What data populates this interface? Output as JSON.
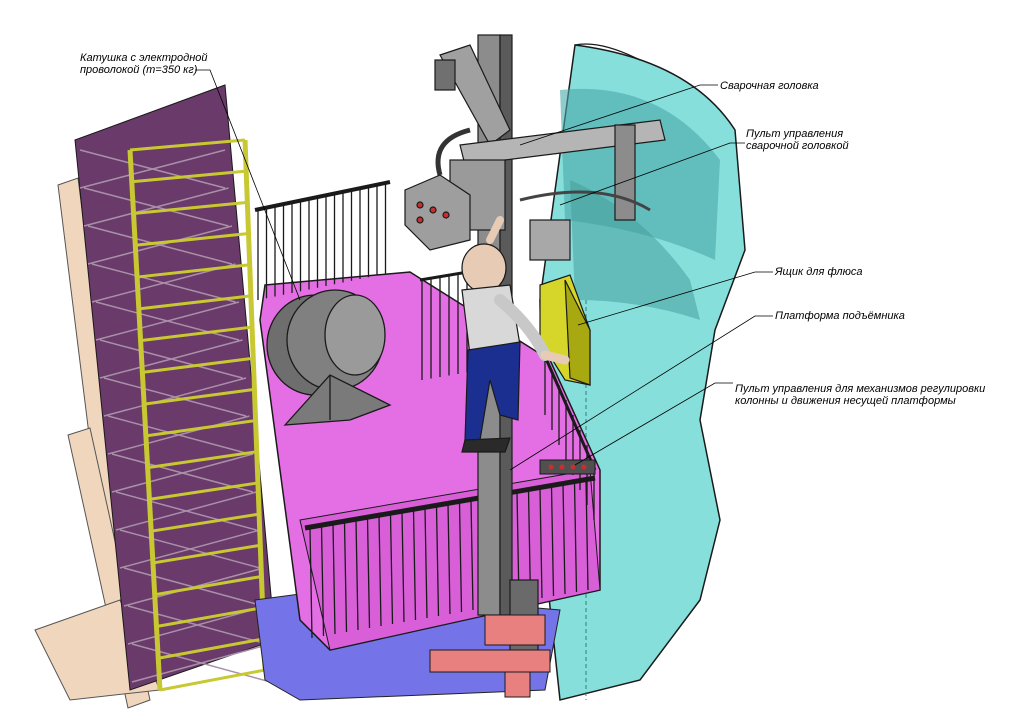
{
  "labels": {
    "spool": {
      "line1": "Катушка с электродной",
      "line2": "проволокой (m=350 кг)"
    },
    "weld_head": {
      "line1": "Сварочная головка"
    },
    "weld_head_panel": {
      "line1": "Пульт управления",
      "line2": "сварочной головкой"
    },
    "flux_box": {
      "line1": "Ящик для флюса"
    },
    "lift_platform": {
      "line1": "Платформа подъёмника"
    },
    "column_panel": {
      "line1": "Пульт управления для механизмов регулировки",
      "line2": "колонны и движения несущей платформы"
    }
  },
  "colors": {
    "platform_floor": "#e46fe4",
    "column_frame": "#6a3a6a",
    "ladder": "#c8c832",
    "tank_wall": "#5fd4d0",
    "railing": "#ffffff",
    "flux_box": "#d6d62a",
    "lower_platform": "#7474e8",
    "carriage": "#e88080"
  }
}
